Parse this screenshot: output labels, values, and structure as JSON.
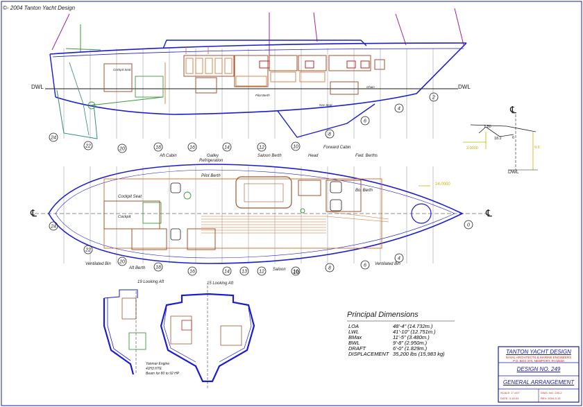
{
  "copyright": "©- 2004 Tanton Yacht Design",
  "profile_labels": {
    "dwl_left": "DWL",
    "dwl_right": "DWL",
    "aft_cabin_label": "Aft Cabin",
    "galley": "Galley",
    "refrigeration": "Refrigeration",
    "saloon_berth": "Saloon Berth",
    "head": "Head",
    "fwd_berths": "Fwd. Berths",
    "forward_cabin": "Forward Cabin",
    "small_a": "Cockpit Seat",
    "small_b": "Pilot Berth",
    "small_c": "Chain",
    "small_d": "Nav Seat"
  },
  "stations_profile": [
    "24",
    "22",
    "20",
    "18",
    "16",
    "14",
    "12",
    "10",
    "8",
    "6",
    "4",
    "2"
  ],
  "stations_plan": [
    "24",
    "22",
    "20",
    "18",
    "16",
    "14",
    "13",
    "12",
    "10",
    "8",
    "6",
    "4",
    "0"
  ],
  "plan_labels": {
    "cl_left": "℄",
    "cl_right": "℄",
    "pilot_berth": "Pilot Berth",
    "cockpit_seat": "Cockpit Seat",
    "cockpit": "Cockpit",
    "bo_berth": "Bo. Berth",
    "ventilated_bin_aft": "Ventilated Bin",
    "aft_berth": "Aft Berth",
    "saloon": "Saloon",
    "ventilated_bin_fwd": "Ventilated Bin",
    "elevation": "24.0000",
    "station_10_bottom": "10"
  },
  "detail": {
    "cl_symbol": "℄",
    "dim_a": "7.50",
    "dim_b": "18.2",
    "dim_c": "6",
    "dim_d": "2.0000",
    "dim_e": "9.6",
    "dwl": "DWL"
  },
  "sections": {
    "left_title": "19 Looking Aft",
    "right_title": "15 Looking Aft",
    "engine_note_1": "Yanmar Engine",
    "engine_note_2": "4JH3 HTE",
    "engine_note_3": "Beam for 80 to 92 HP"
  },
  "principal_dimensions": {
    "title": "Principal Dimensions",
    "rows": [
      {
        "label": "LOA",
        "value": "48'-4\" (14.732m.)"
      },
      {
        "label": "LWL",
        "value": "41'-10\" (12.751m.)"
      },
      {
        "label": "BMax",
        "value": "11'-5\" (3.480m.)"
      },
      {
        "label": "BWL",
        "value": "9'-8\" (2.950m.)"
      },
      {
        "label": "DRAFT",
        "value": "6'-0\" (1.829m.)"
      },
      {
        "label": "DISPLACEMENT",
        "value": "35,200 lbs (15,983 kg)"
      }
    ]
  },
  "title_block": {
    "company": "TANTON YACHT DESIGN",
    "company_sub1": "NAVAL ARCHITECTS & MARINE ENGINEERS",
    "company_sub2": "P.O. BOX 370, NEWPORT, RI 02840",
    "design_no": "DESIGN NO. 249",
    "drawing_title": "GENERAL ARRANGEMENT",
    "scale_label": "SCALE: 1\"=4'0\"",
    "date_label": "DATE: 3-18-03",
    "dwg_label": "DWG. NO. 249-2",
    "rev_label": "REV: 2004-3-15"
  },
  "colors": {
    "hull_blue": "#1a1ad0",
    "station_grey": "#9aa0b0",
    "furniture_brown": "#a0522d",
    "joinery_orange": "#d2691e",
    "rig_magenta": "#a020a0",
    "keel_teal": "#2e8b7a",
    "interior_green": "#3a9a3a",
    "engine_red": "#c02020",
    "dim_yellow": "#c8b000"
  }
}
